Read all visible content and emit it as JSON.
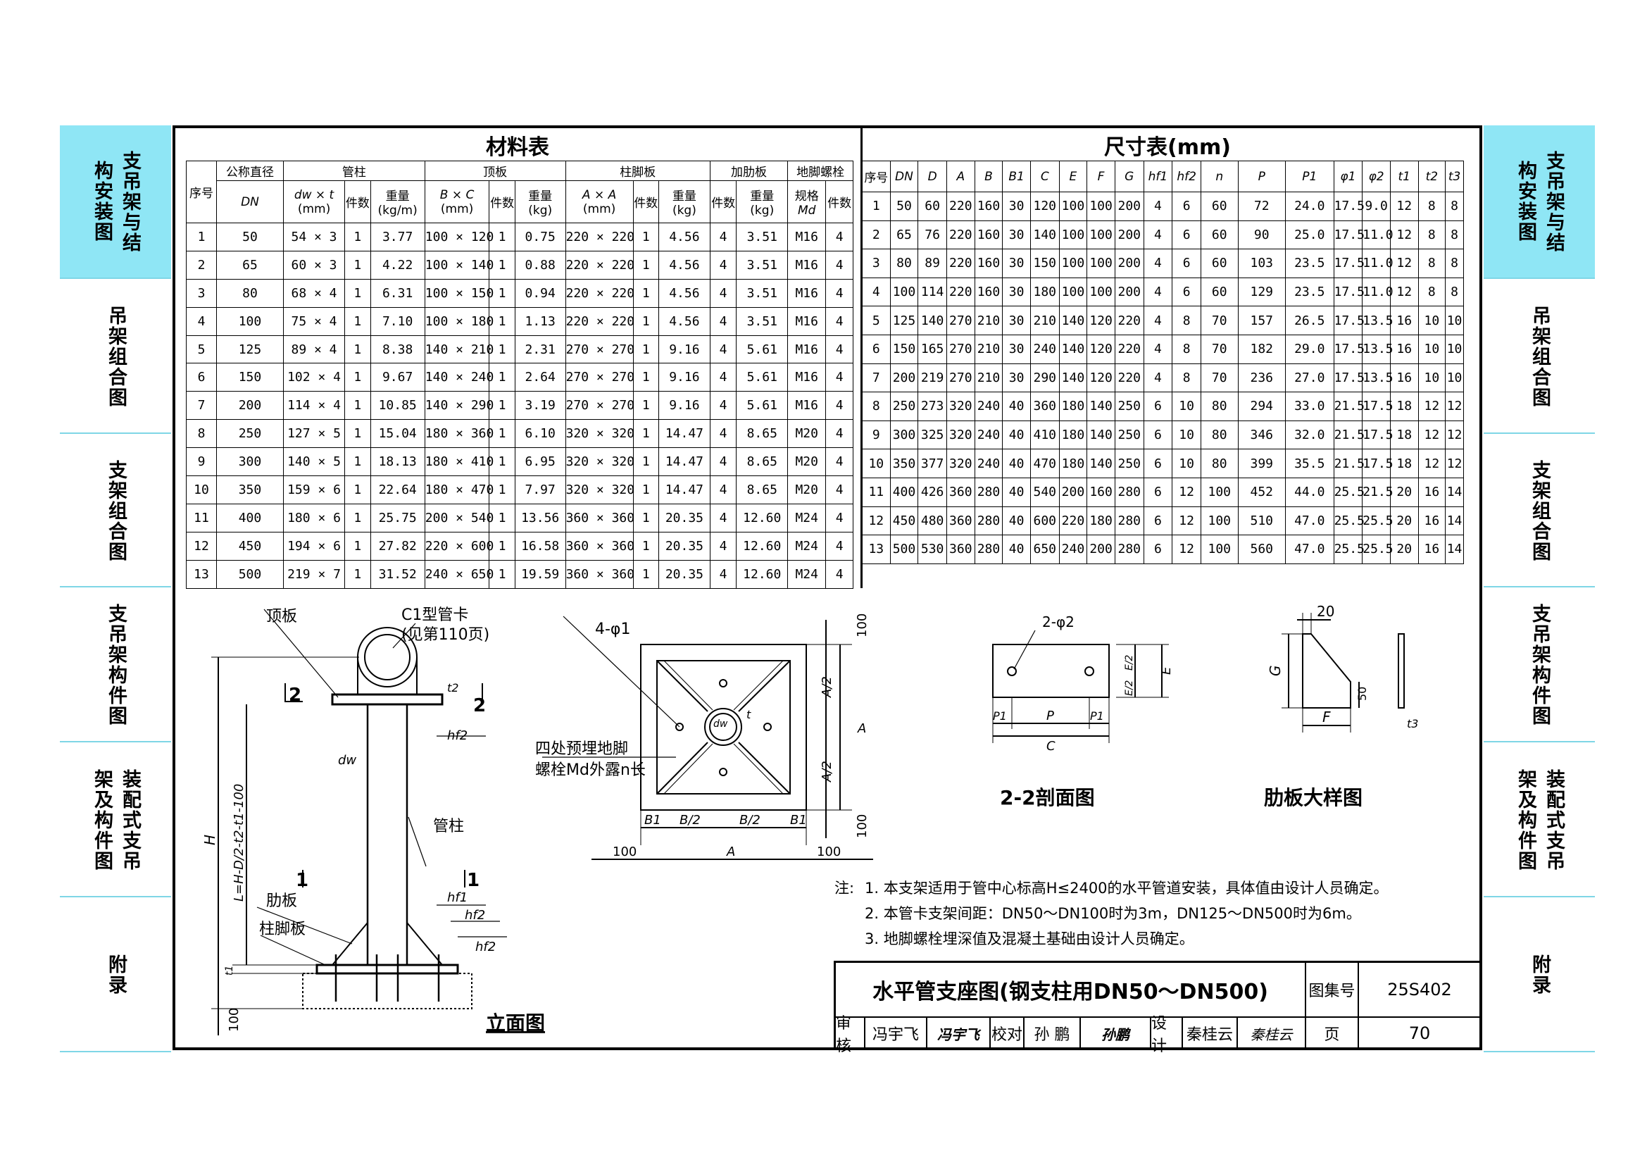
{
  "side_left": [
    {
      "text": "支吊架与结构安装图",
      "highlight": true
    },
    {
      "text": "吊架组合图",
      "highlight": false
    },
    {
      "text": "支架组合图",
      "highlight": false
    },
    {
      "text": "支吊架构件图",
      "highlight": false
    },
    {
      "text": "装配式支吊架及构件图",
      "highlight": false
    },
    {
      "text": "附录",
      "highlight": false
    }
  ],
  "material_table": {
    "title": "材料表",
    "groups": [
      "管柱",
      "顶板",
      "柱脚板",
      "加肋板",
      "地脚螺栓"
    ],
    "headers": {
      "seq": "序号",
      "dn_top": "公称直径",
      "dn_bot": "DN",
      "dwt_top": "dw × t",
      "dwt_bot": "(mm)",
      "count": "件数",
      "wkgm_top": "重量",
      "wkgm_bot": "(kg/m)",
      "bc_top": "B × C",
      "bc_bot": "(mm)",
      "wkg_top": "重量",
      "wkg_bot": "(kg)",
      "aa_top": "A × A",
      "aa_bot": "(mm)",
      "spec_top": "规格",
      "spec_bot": "Md"
    },
    "rows": [
      [
        "1",
        "50",
        "54 × 3",
        "1",
        "3.77",
        "100 × 120",
        "1",
        "0.75",
        "220 × 220",
        "1",
        "4.56",
        "4",
        "3.51",
        "M16",
        "4"
      ],
      [
        "2",
        "65",
        "60 × 3",
        "1",
        "4.22",
        "100 × 140",
        "1",
        "0.88",
        "220 × 220",
        "1",
        "4.56",
        "4",
        "3.51",
        "M16",
        "4"
      ],
      [
        "3",
        "80",
        "68 × 4",
        "1",
        "6.31",
        "100 × 150",
        "1",
        "0.94",
        "220 × 220",
        "1",
        "4.56",
        "4",
        "3.51",
        "M16",
        "4"
      ],
      [
        "4",
        "100",
        "75 × 4",
        "1",
        "7.10",
        "100 × 180",
        "1",
        "1.13",
        "220 × 220",
        "1",
        "4.56",
        "4",
        "3.51",
        "M16",
        "4"
      ],
      [
        "5",
        "125",
        "89 × 4",
        "1",
        "8.38",
        "140 × 210",
        "1",
        "2.31",
        "270 × 270",
        "1",
        "9.16",
        "4",
        "5.61",
        "M16",
        "4"
      ],
      [
        "6",
        "150",
        "102 × 4",
        "1",
        "9.67",
        "140 × 240",
        "1",
        "2.64",
        "270 × 270",
        "1",
        "9.16",
        "4",
        "5.61",
        "M16",
        "4"
      ],
      [
        "7",
        "200",
        "114 × 4",
        "1",
        "10.85",
        "140 × 290",
        "1",
        "3.19",
        "270 × 270",
        "1",
        "9.16",
        "4",
        "5.61",
        "M16",
        "4"
      ],
      [
        "8",
        "250",
        "127 × 5",
        "1",
        "15.04",
        "180 × 360",
        "1",
        "6.10",
        "320 × 320",
        "1",
        "14.47",
        "4",
        "8.65",
        "M20",
        "4"
      ],
      [
        "9",
        "300",
        "140 × 5",
        "1",
        "18.13",
        "180 × 410",
        "1",
        "6.95",
        "320 × 320",
        "1",
        "14.47",
        "4",
        "8.65",
        "M20",
        "4"
      ],
      [
        "10",
        "350",
        "159 × 6",
        "1",
        "22.64",
        "180 × 470",
        "1",
        "7.97",
        "320 × 320",
        "1",
        "14.47",
        "4",
        "8.65",
        "M20",
        "4"
      ],
      [
        "11",
        "400",
        "180 × 6",
        "1",
        "25.75",
        "200 × 540",
        "1",
        "13.56",
        "360 × 360",
        "1",
        "20.35",
        "4",
        "12.60",
        "M24",
        "4"
      ],
      [
        "12",
        "450",
        "194 × 6",
        "1",
        "27.82",
        "220 × 600",
        "1",
        "16.58",
        "360 × 360",
        "1",
        "20.35",
        "4",
        "12.60",
        "M24",
        "4"
      ],
      [
        "13",
        "500",
        "219 × 7",
        "1",
        "31.52",
        "240 × 650",
        "1",
        "19.59",
        "360 × 360",
        "1",
        "20.35",
        "4",
        "12.60",
        "M24",
        "4"
      ]
    ]
  },
  "dimension_table": {
    "title": "尺寸表(mm)",
    "headers": [
      "序号",
      "DN",
      "D",
      "A",
      "B",
      "B1",
      "C",
      "E",
      "F",
      "G",
      "hf1",
      "hf2",
      "n",
      "P",
      "P1",
      "φ1",
      "φ2",
      "t1",
      "t2",
      "t3"
    ],
    "rows": [
      [
        "1",
        "50",
        "60",
        "220",
        "160",
        "30",
        "120",
        "100",
        "100",
        "200",
        "4",
        "6",
        "60",
        "72",
        "24.0",
        "17.5",
        "9.0",
        "12",
        "8",
        "8"
      ],
      [
        "2",
        "65",
        "76",
        "220",
        "160",
        "30",
        "140",
        "100",
        "100",
        "200",
        "4",
        "6",
        "60",
        "90",
        "25.0",
        "17.5",
        "11.0",
        "12",
        "8",
        "8"
      ],
      [
        "3",
        "80",
        "89",
        "220",
        "160",
        "30",
        "150",
        "100",
        "100",
        "200",
        "4",
        "6",
        "60",
        "103",
        "23.5",
        "17.5",
        "11.0",
        "12",
        "8",
        "8"
      ],
      [
        "4",
        "100",
        "114",
        "220",
        "160",
        "30",
        "180",
        "100",
        "100",
        "200",
        "4",
        "6",
        "60",
        "129",
        "23.5",
        "17.5",
        "11.0",
        "12",
        "8",
        "8"
      ],
      [
        "5",
        "125",
        "140",
        "270",
        "210",
        "30",
        "210",
        "140",
        "120",
        "220",
        "4",
        "8",
        "70",
        "157",
        "26.5",
        "17.5",
        "13.5",
        "16",
        "10",
        "10"
      ],
      [
        "6",
        "150",
        "165",
        "270",
        "210",
        "30",
        "240",
        "140",
        "120",
        "220",
        "4",
        "8",
        "70",
        "182",
        "29.0",
        "17.5",
        "13.5",
        "16",
        "10",
        "10"
      ],
      [
        "7",
        "200",
        "219",
        "270",
        "210",
        "30",
        "290",
        "140",
        "120",
        "220",
        "4",
        "8",
        "70",
        "236",
        "27.0",
        "17.5",
        "13.5",
        "16",
        "10",
        "10"
      ],
      [
        "8",
        "250",
        "273",
        "320",
        "240",
        "40",
        "360",
        "180",
        "140",
        "250",
        "6",
        "10",
        "80",
        "294",
        "33.0",
        "21.5",
        "17.5",
        "18",
        "12",
        "12"
      ],
      [
        "9",
        "300",
        "325",
        "320",
        "240",
        "40",
        "410",
        "180",
        "140",
        "250",
        "6",
        "10",
        "80",
        "346",
        "32.0",
        "21.5",
        "17.5",
        "18",
        "12",
        "12"
      ],
      [
        "10",
        "350",
        "377",
        "320",
        "240",
        "40",
        "470",
        "180",
        "140",
        "250",
        "6",
        "10",
        "80",
        "399",
        "35.5",
        "21.5",
        "17.5",
        "18",
        "12",
        "12"
      ],
      [
        "11",
        "400",
        "426",
        "360",
        "280",
        "40",
        "540",
        "200",
        "160",
        "280",
        "6",
        "12",
        "100",
        "452",
        "44.0",
        "25.5",
        "21.5",
        "20",
        "16",
        "14"
      ],
      [
        "12",
        "450",
        "480",
        "360",
        "280",
        "40",
        "600",
        "220",
        "180",
        "280",
        "6",
        "12",
        "100",
        "510",
        "47.0",
        "25.5",
        "25.5",
        "20",
        "16",
        "14"
      ],
      [
        "13",
        "500",
        "530",
        "360",
        "280",
        "40",
        "650",
        "240",
        "200",
        "280",
        "6",
        "12",
        "100",
        "560",
        "47.0",
        "25.5",
        "25.5",
        "20",
        "16",
        "14"
      ]
    ]
  },
  "elevation": {
    "caption": "立面图",
    "labels": {
      "top_plate": "顶板",
      "clamp": "C1型管卡",
      "clamp_ref": "(见第110页)",
      "column": "管柱",
      "rib": "肋板",
      "base": "柱脚板",
      "dw": "dw",
      "H": "H",
      "L": "L=H-D/2-t2-t1-100",
      "hf1": "hf1",
      "hf2": "hf2",
      "sec2": "2",
      "sec1": "1",
      "t2": "t2",
      "t1": "t1",
      "d100": "100"
    }
  },
  "plan": {
    "labels": {
      "holes": "4-φ1",
      "anchor_line1": "四处预埋地脚",
      "anchor_line2": "螺栓Md外露n长",
      "dw": "dw",
      "t": "t",
      "A": "A",
      "A2": "A/2",
      "B2": "B/2",
      "B1": "B1",
      "d100": "100"
    }
  },
  "section22": {
    "caption": "2-2剖面图",
    "labels": {
      "holes": "2-φ2",
      "P1": "P1",
      "P": "P",
      "C": "C",
      "E": "E",
      "E2": "E/2"
    }
  },
  "rib_detail": {
    "caption": "肋板大样图",
    "labels": {
      "d20": "20",
      "G": "G",
      "F": "F",
      "d50": "50",
      "t3": "t3"
    }
  },
  "notes": {
    "prefix": "注:",
    "items": [
      "1.  本支架适用于管中心标高H≤2400的水平管道安装，具体值由设计人员确定。",
      "2.  本管卡支架间距：DN50～DN100时为3m，DN125～DN500时为6m。",
      "3.  地脚螺栓埋深值及混凝土基础由设计人员确定。"
    ]
  },
  "title_block": {
    "title": "水平管支座图(钢支柱用DN50～DN500)",
    "atlas_label": "图集号",
    "atlas_no": "25S402",
    "review_label": "审核",
    "review_name": "冯宇飞",
    "review_sig": "冯宇飞",
    "check_label": "校对",
    "check_name": "孙 鹏",
    "check_sig": "孙鹏",
    "design_label": "设计",
    "design_name": "秦桂云",
    "design_sig": "秦桂云",
    "page_label": "页",
    "page_no": "70"
  }
}
